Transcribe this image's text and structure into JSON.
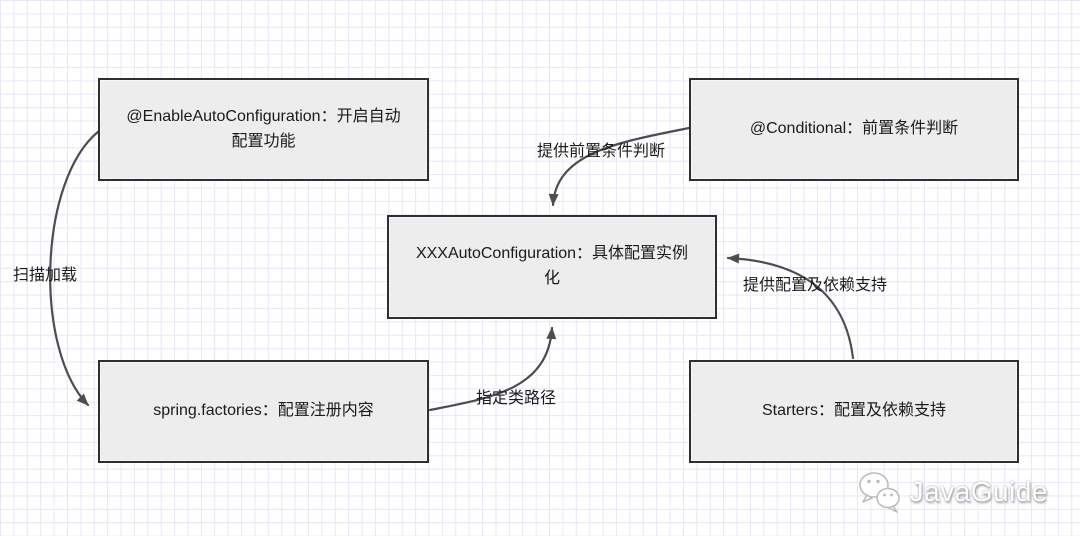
{
  "diagram": {
    "nodes": [
      {
        "id": "enable-auto-configuration",
        "label": "@EnableAutoConfiguration：开启自动配置功能"
      },
      {
        "id": "conditional",
        "label": "@Conditional：前置条件判断"
      },
      {
        "id": "xxx-auto-configuration",
        "label": "XXXAutoConfiguration：具体配置实例化"
      },
      {
        "id": "spring-factories",
        "label": "spring.factories：配置注册内容"
      },
      {
        "id": "starters",
        "label": "Starters：配置及依赖支持"
      }
    ],
    "edges": [
      {
        "id": "scan-load",
        "label": "扫描加载",
        "from": "enable-auto-configuration",
        "to": "spring-factories"
      },
      {
        "id": "provide-precondition",
        "label": "提供前置条件判断",
        "from": "conditional",
        "to": "xxx-auto-configuration"
      },
      {
        "id": "specify-classpath",
        "label": "指定类路径",
        "from": "spring-factories",
        "to": "xxx-auto-configuration"
      },
      {
        "id": "provide-config-deps",
        "label": "提供配置及依赖支持",
        "from": "starters",
        "to": "xxx-auto-configuration"
      }
    ]
  },
  "watermark": {
    "text": "JavaGuide",
    "icon": "wechat-icon"
  },
  "colors": {
    "grid_line": "#e7e7f6",
    "background": "#ffffff",
    "box_fill": "#ededed",
    "box_border": "#2f2f2f",
    "arrow": "#4d4d4d",
    "text": "#1a1a1a",
    "watermark_text": "#fefefe"
  }
}
